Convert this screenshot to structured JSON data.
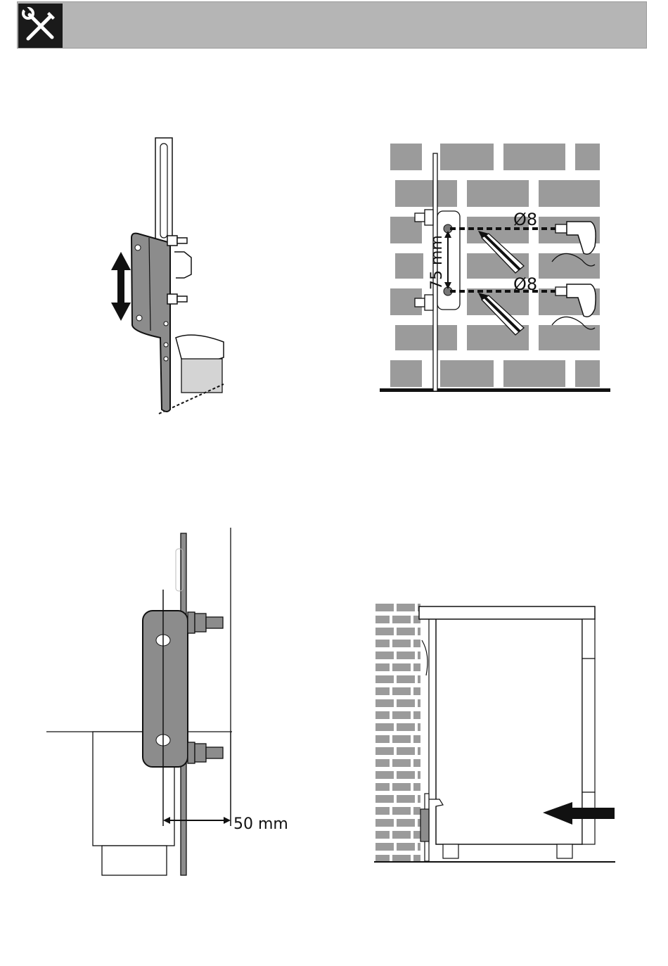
{
  "header": {
    "icon": "tools-icon"
  },
  "fig2": {
    "hole_label_top": "Ø8",
    "hole_label_bottom": "Ø8",
    "spacing_label": "75 mm"
  },
  "fig3": {
    "distance_label": "50 mm"
  },
  "colors": {
    "header_bg": "#b5b5b5",
    "badge_bg": "#1a1a1a",
    "bracket_gray": "#8c8c8c",
    "brick_gray": "#9b9b9b",
    "line": "#111111"
  }
}
